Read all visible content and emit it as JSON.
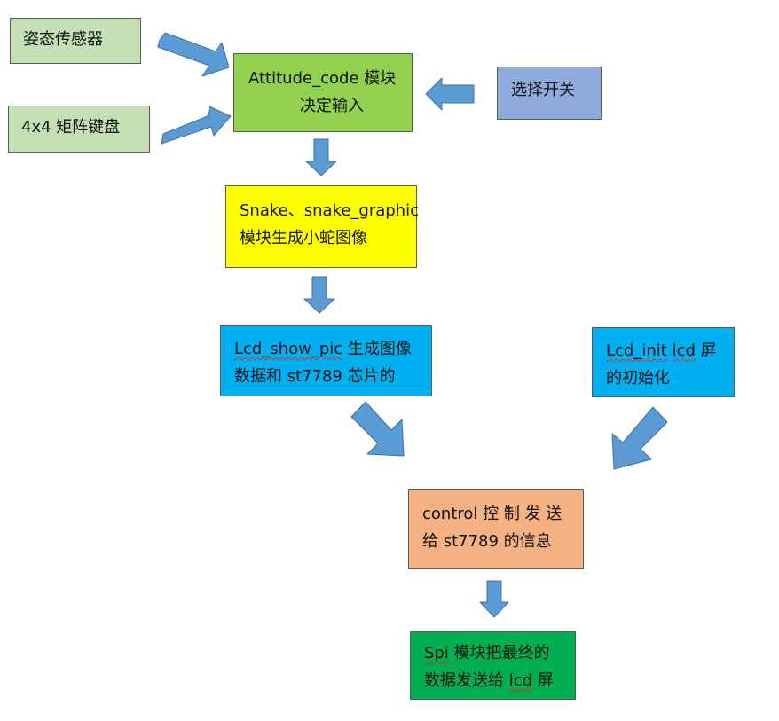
{
  "nodes": {
    "attitude_sensor": {
      "lines": [
        "姿态传感器"
      ],
      "color": "#c5e0b4"
    },
    "keypad": {
      "lines": [
        "4x4 矩阵键盘"
      ],
      "color": "#c5e0b4"
    },
    "attitude_code": {
      "lines": [
        "Attitude_code 模块",
        "决定输入"
      ],
      "color": "#92d050"
    },
    "select_switch": {
      "lines": [
        "选择开关"
      ],
      "color": "#8faadc"
    },
    "snake": {
      "lines": [
        "Snake、snake_graphic",
        "模块生成小蛇图像"
      ],
      "color": "#ffff00"
    },
    "lcd_show_pic": {
      "lines": [
        "数据和 st7789 芯片的"
      ],
      "line1_name": "Lcd_show_pic",
      "line1_rest": " 生成图像",
      "color": "#00b0f0"
    },
    "lcd_init": {
      "lines": [
        "的初始化"
      ],
      "line1_name": "Lcd_init",
      "line1_mid": " ",
      "line1_name2": "lcd",
      "line1_rest": " 屏",
      "color": "#00b0f0"
    },
    "control": {
      "lines": [
        "control 控 制 发 送",
        "给 st7789 的信息"
      ],
      "color": "#f4b183"
    },
    "spi": {
      "line1_name": "Spi",
      "line1_rest": " 模块把最终的",
      "line2_pre": "数据发送给 ",
      "line2_name": "lcd",
      "line2_rest": " 屏",
      "color": "#00b050"
    }
  },
  "arrow_color": "#5b9bd5",
  "arrow_outline": "#41719c"
}
